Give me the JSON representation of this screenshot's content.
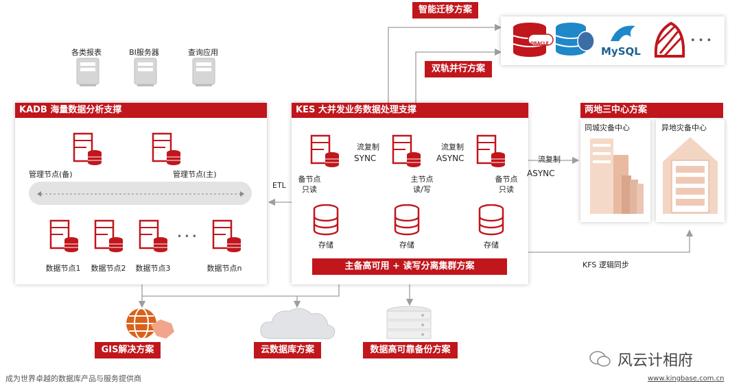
{
  "top": {
    "smart_migration": "智能迁移方案",
    "dual_track": "双轨并行方案",
    "db_logos": {
      "mysql": "MySQL",
      "ellipsis": "• • •",
      "oracle": "ORACLE"
    }
  },
  "clients": [
    "各类报表",
    "BI服务器",
    "查询应用"
  ],
  "kadb": {
    "title": "KADB 海量数据分析支撑",
    "mgmt_backup": "管理节点(备)",
    "mgmt_primary": "管理节点(主)",
    "data_nodes": [
      "数据节点1",
      "数据节点2",
      "数据节点3",
      "数据节点n"
    ],
    "ellipsis": "• • •"
  },
  "etl": "ETL",
  "kes": {
    "title": "KES 大并发业务数据处理支撑",
    "stream_copy_1": "流复制",
    "sync": "SYNC",
    "stream_copy_2": "流复制",
    "async": "ASYNC",
    "standby_left": [
      "备节点",
      "只读"
    ],
    "primary": [
      "主节点",
      "读/写"
    ],
    "standby_right": [
      "备节点",
      "只读"
    ],
    "storage": [
      "存储",
      "存储",
      "存储"
    ],
    "cluster_solution": "主备高可用 + 读写分离集群方案"
  },
  "dr": {
    "title": "两地三中心方案",
    "local": "同城灾备中心",
    "remote": "异地灾备中心",
    "stream_copy": "流复制",
    "async": "ASYNC",
    "kfs": "KFS 逻辑同步"
  },
  "bottom": {
    "gis": "GIS解决方案",
    "cloud": "云数据库方案",
    "backup": "数据高可靠备份方案"
  },
  "footer": {
    "slogan": "成为世界卓越的数据库产品与服务提供商",
    "brand": "风云计相府",
    "url": "www.kingbase.com.cn"
  },
  "colors": {
    "accent": "#c0161c",
    "db_blue": "#1e88c9",
    "line": "#9e9e9e"
  }
}
